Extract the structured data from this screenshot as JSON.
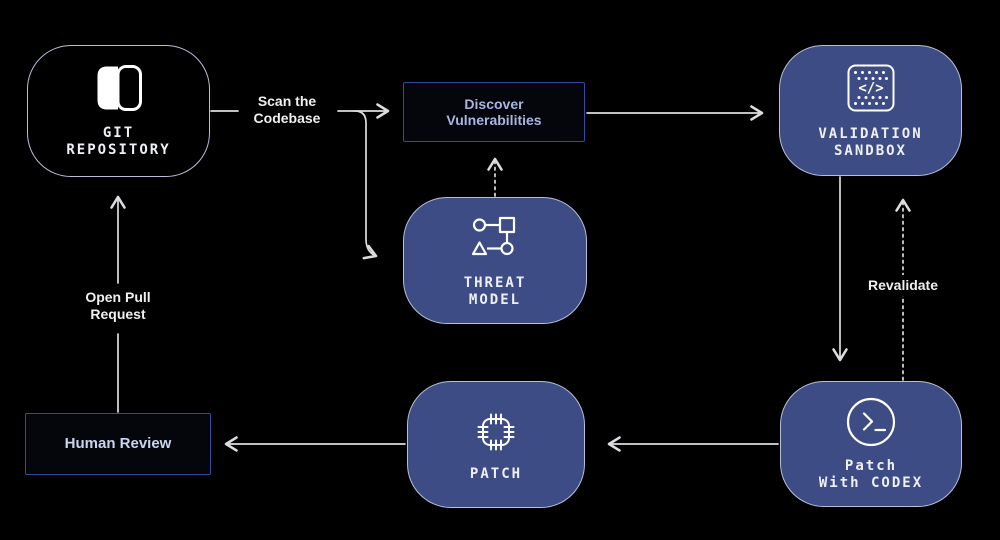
{
  "diagram": {
    "title": "codex-security-workflow",
    "nodes": {
      "git_repository": {
        "line1": "GIT",
        "line2": "REPOSITORY"
      },
      "discover_vulnerabilities": {
        "line1": "Discover",
        "line2": "Vulnerabilities"
      },
      "validation_sandbox": {
        "line1": "VALIDATION",
        "line2": "SANDBOX"
      },
      "threat_model": {
        "line1": "THREAT",
        "line2": "MODEL"
      },
      "patch": {
        "label": "PATCH"
      },
      "patch_with_codex": {
        "line1": "Patch",
        "line2": "With CODEX"
      },
      "human_review": {
        "label": "Human Review"
      }
    },
    "edge_labels": {
      "scan_the_codebase": {
        "line1": "Scan the",
        "line2": "Codebase"
      },
      "open_pull_request": {
        "line1": "Open Pull",
        "line2": "Request"
      },
      "revalidate": {
        "label": "Revalidate"
      }
    },
    "icons": {
      "git_repository": "repository-panel-icon",
      "threat_model": "flowchart-shapes-icon",
      "validation_sandbox": "code-sandbox-icon",
      "patch": "patch-chip-icon",
      "patch_with_codex": "terminal-prompt-icon"
    },
    "sandbox_icon_glyph": "</>",
    "colors": {
      "background": "#000000",
      "node_fill_blue": "#3d4c84",
      "node_border_light": "#b6c0d6",
      "outline_node_border": "#2f4ca3",
      "outline_node_fill": "#04060c",
      "accent_text": "#a9b6e2",
      "human_review_text": "#c9d5ef",
      "label_text": "#efefef",
      "node_label_text": "#eef0f5",
      "arrow": "#dcdde0"
    }
  }
}
